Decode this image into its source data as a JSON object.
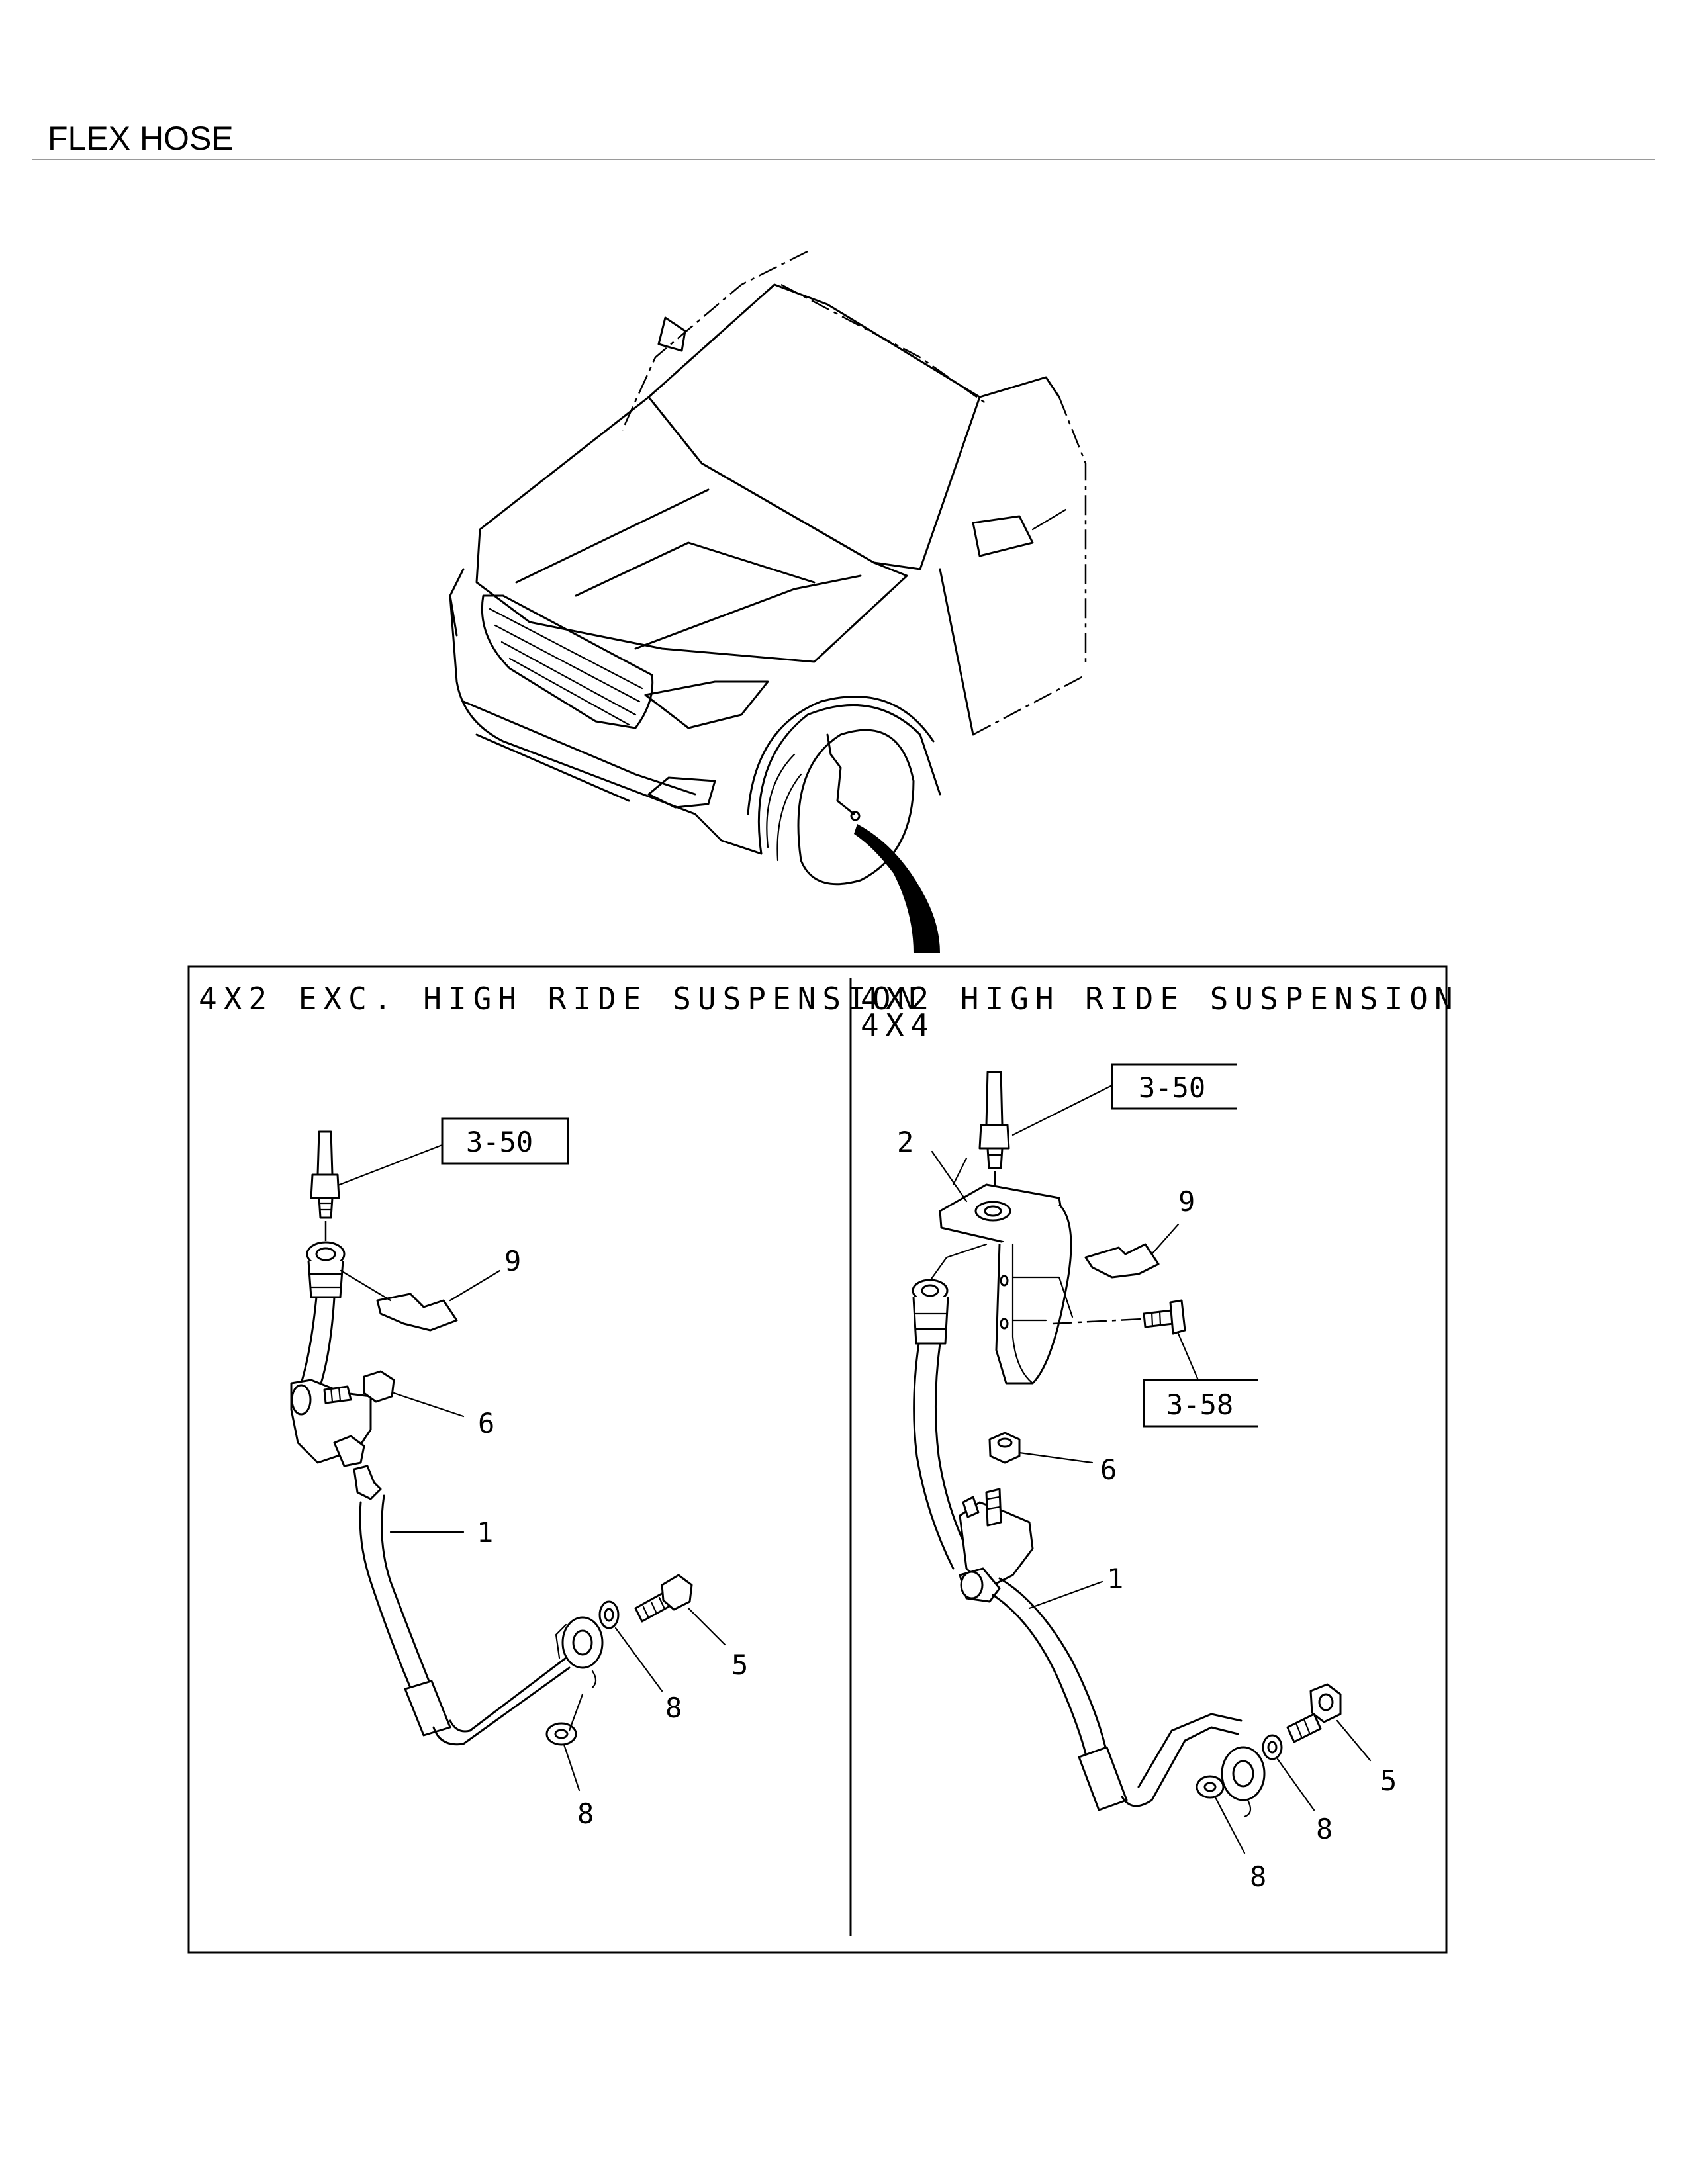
{
  "header": {
    "title": "FLEX HOSE"
  },
  "panels": [
    {
      "title": "4X2 EXC. HIGH RIDE SUSPENSION",
      "callouts": [
        "3-50"
      ],
      "part_numbers": [
        "9",
        "6",
        "1",
        "5",
        "8",
        "8"
      ]
    },
    {
      "title_lines": [
        "4X2 HIGH RIDE SUSPENSION",
        "4X4"
      ],
      "callouts": [
        "3-50",
        "3-58"
      ],
      "part_numbers": [
        "2",
        "9",
        "6",
        "1",
        "5",
        "8",
        "8"
      ]
    }
  ]
}
